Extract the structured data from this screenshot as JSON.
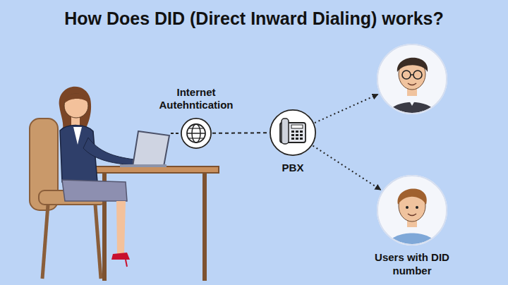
{
  "diagram": {
    "title": "How Does DID (Direct Inward Dialing) works?",
    "nodes": [
      {
        "text": [
          "Internet Autehntication"
        ]
      },
      {
        "text": [
          "PBX"
        ]
      },
      {
        "text": []
      },
      {
        "text": [
          "Users with DID number"
        ]
      }
    ],
    "edges": [
      {
        "from": 0,
        "to": 1,
        "arrow": "none"
      },
      {
        "from": 1,
        "to": 2,
        "arrow": "to"
      },
      {
        "from": 1,
        "to": 3,
        "arrow": "to"
      }
    ]
  }
}
